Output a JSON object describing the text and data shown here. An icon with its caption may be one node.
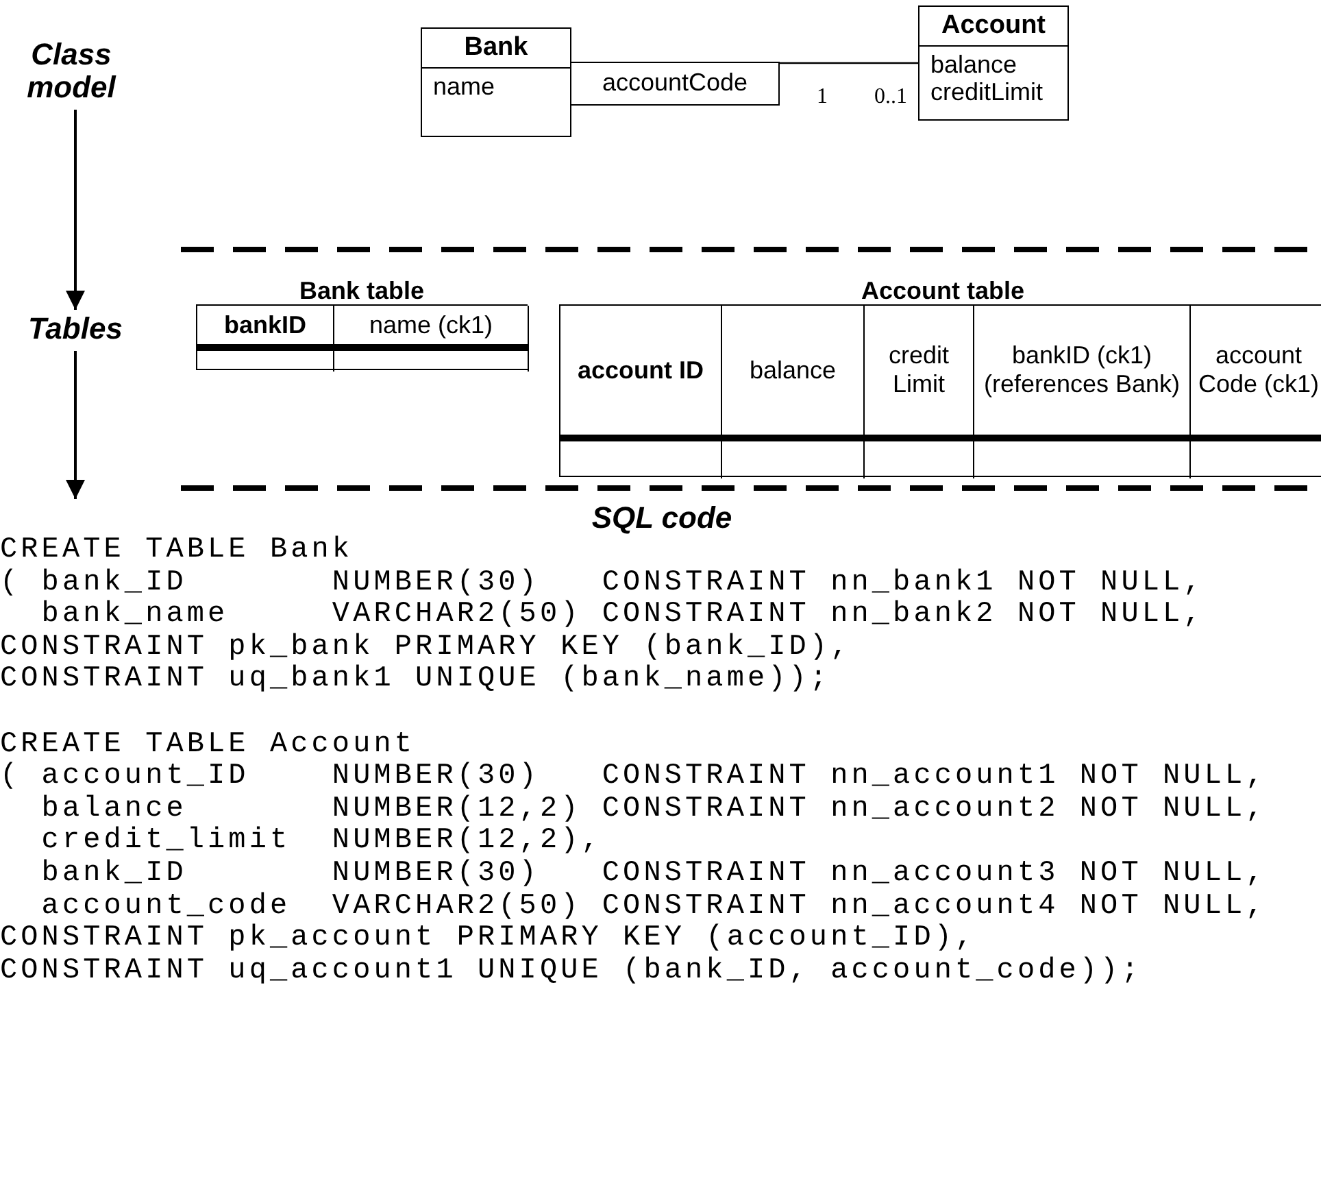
{
  "diagram": {
    "nodes": [
      {
        "text": [
          "Class model"
        ]
      },
      {
        "text": [
          "Bank",
          "name"
        ]
      },
      {
        "text": [
          "accountCode"
        ]
      },
      {
        "text": [
          "Account",
          "balance",
          "creditLimit"
        ]
      },
      {
        "text": [
          "Tables"
        ]
      },
      {
        "text": [
          "Bank table"
        ]
      },
      {
        "text": [
          "Account table"
        ]
      }
    ],
    "edges": [
      {
        "from": 0,
        "to": 4,
        "arrow": "to"
      },
      {
        "from": 4,
        "to": null,
        "arrow": "to"
      },
      {
        "from": 2,
        "to": 3,
        "arrow": "none"
      }
    ],
    "labels": [
      "1",
      "0..1",
      "bankID",
      "name (ck1)",
      "account ID",
      "balance",
      "credit Limit",
      "bankID (ck1) (references Bank)",
      "account Code (ck1)",
      "SQL code",
      "CREATE TABLE Bank",
      "( bank_ID       NUMBER(30)   CONSTRAINT nn_bank1 NOT NULL,",
      "  bank_name     VARCHAR2(50) CONSTRAINT nn_bank2 NOT NULL,",
      "CONSTRAINT pk_bank PRIMARY KEY (bank_ID),",
      "CONSTRAINT uq_bank1 UNIQUE (bank_name));",
      "CREATE TABLE Account",
      "( account_ID    NUMBER(30)   CONSTRAINT nn_account1 NOT NULL,",
      "  balance       NUMBER(12,2) CONSTRAINT nn_account2 NOT NULL,",
      "  credit_limit  NUMBER(12,2),",
      "  bank_ID       NUMBER(30)   CONSTRAINT nn_account3 NOT NULL,",
      "  account_code  VARCHAR2(50) CONSTRAINT nn_account4 NOT NULL,",
      "CONSTRAINT pk_account PRIMARY KEY (account_ID),",
      "CONSTRAINT uq_account1 UNIQUE (bank_ID, account_code));"
    ]
  }
}
